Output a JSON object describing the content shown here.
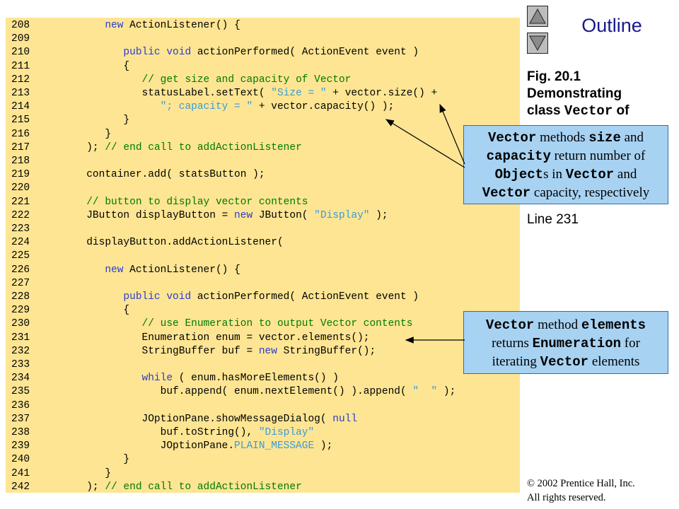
{
  "code_lines": [
    {
      "n": "208",
      "t": [
        [
          "",
          "         "
        ],
        [
          "kw",
          "new"
        ],
        [
          "",
          " ActionListener() {"
        ]
      ]
    },
    {
      "n": "209",
      "t": [
        [
          "",
          ""
        ]
      ]
    },
    {
      "n": "210",
      "t": [
        [
          "",
          "            "
        ],
        [
          "kw",
          "public"
        ],
        [
          "",
          " "
        ],
        [
          "kw",
          "void"
        ],
        [
          "",
          " actionPerformed( ActionEvent event )"
        ]
      ]
    },
    {
      "n": "211",
      "t": [
        [
          "",
          "            {"
        ]
      ]
    },
    {
      "n": "212",
      "t": [
        [
          "",
          "               "
        ],
        [
          "cmt",
          "// get size and capacity of Vector"
        ]
      ]
    },
    {
      "n": "213",
      "t": [
        [
          "",
          "               statusLabel.setText( "
        ],
        [
          "str",
          "\"Size = \""
        ],
        [
          "",
          " + vector.size() +"
        ]
      ]
    },
    {
      "n": "214",
      "t": [
        [
          "",
          "                  "
        ],
        [
          "str",
          "\"; capacity = \""
        ],
        [
          "",
          " + vector.capacity() );"
        ]
      ]
    },
    {
      "n": "215",
      "t": [
        [
          "",
          "            }"
        ]
      ]
    },
    {
      "n": "216",
      "t": [
        [
          "",
          "         }"
        ]
      ]
    },
    {
      "n": "217",
      "t": [
        [
          "",
          "      ); "
        ],
        [
          "cmt",
          "// end call to addActionListener"
        ]
      ]
    },
    {
      "n": "218",
      "t": [
        [
          "",
          ""
        ]
      ]
    },
    {
      "n": "219",
      "t": [
        [
          "",
          "      container.add( statsButton );"
        ]
      ]
    },
    {
      "n": "220",
      "t": [
        [
          "",
          ""
        ]
      ]
    },
    {
      "n": "221",
      "t": [
        [
          "",
          "      "
        ],
        [
          "cmt",
          "// button to display vector contents"
        ]
      ]
    },
    {
      "n": "222",
      "t": [
        [
          "",
          "      JButton displayButton = "
        ],
        [
          "kw",
          "new"
        ],
        [
          "",
          " JButton( "
        ],
        [
          "str",
          "\"Display\""
        ],
        [
          "",
          " );"
        ]
      ]
    },
    {
      "n": "223",
      "t": [
        [
          "",
          ""
        ]
      ]
    },
    {
      "n": "224",
      "t": [
        [
          "",
          "      displayButton.addActionListener("
        ]
      ]
    },
    {
      "n": "225",
      "t": [
        [
          "",
          ""
        ]
      ]
    },
    {
      "n": "226",
      "t": [
        [
          "",
          "         "
        ],
        [
          "kw",
          "new"
        ],
        [
          "",
          " ActionListener() {"
        ]
      ]
    },
    {
      "n": "227",
      "t": [
        [
          "",
          ""
        ]
      ]
    },
    {
      "n": "228",
      "t": [
        [
          "",
          "            "
        ],
        [
          "kw",
          "public"
        ],
        [
          "",
          " "
        ],
        [
          "kw",
          "void"
        ],
        [
          "",
          " actionPerformed( ActionEvent event )"
        ]
      ]
    },
    {
      "n": "229",
      "t": [
        [
          "",
          "            {"
        ]
      ]
    },
    {
      "n": "230",
      "t": [
        [
          "",
          "               "
        ],
        [
          "cmt",
          "// use Enumeration to output Vector contents"
        ]
      ]
    },
    {
      "n": "231",
      "t": [
        [
          "",
          "               Enumeration enum = vector.elements();"
        ]
      ]
    },
    {
      "n": "232",
      "t": [
        [
          "",
          "               StringBuffer buf = "
        ],
        [
          "kw",
          "new"
        ],
        [
          "",
          " StringBuffer();"
        ]
      ]
    },
    {
      "n": "233",
      "t": [
        [
          "",
          ""
        ]
      ]
    },
    {
      "n": "234",
      "t": [
        [
          "",
          "               "
        ],
        [
          "kw",
          "while"
        ],
        [
          "",
          " ( enum.hasMoreElements() )"
        ]
      ]
    },
    {
      "n": "235",
      "t": [
        [
          "",
          "                  buf.append( enum.nextElement() ).append( "
        ],
        [
          "str",
          "\"  \""
        ],
        [
          "",
          " );"
        ]
      ]
    },
    {
      "n": "236",
      "t": [
        [
          "",
          ""
        ]
      ]
    },
    {
      "n": "237",
      "t": [
        [
          "",
          "               JOptionPane.showMessageDialog( "
        ],
        [
          "kw",
          "null"
        ],
        [
          ","
        ]
      ]
    },
    {
      "n": "238",
      "t": [
        [
          "",
          "                  buf.toString(), "
        ],
        [
          "str",
          "\"Display\""
        ],
        [
          ","
        ]
      ]
    },
    {
      "n": "239",
      "t": [
        [
          "",
          "                  JOptionPane."
        ],
        [
          "const",
          "PLAIN_MESSAGE"
        ],
        [
          "",
          " );"
        ]
      ]
    },
    {
      "n": "240",
      "t": [
        [
          "",
          "            }"
        ]
      ]
    },
    {
      "n": "241",
      "t": [
        [
          "",
          "         }"
        ]
      ]
    },
    {
      "n": "242",
      "t": [
        [
          "",
          "      ); "
        ],
        [
          "cmt",
          "// end call to addActionListener"
        ]
      ]
    }
  ],
  "sidebar": {
    "outline_label": "Outline",
    "fig_label": "Fig. 20.1",
    "fig_title_1": "Demonstrating",
    "fig_title_2_prefix": "class ",
    "fig_title_2_code": "Vector",
    "fig_title_2_suffix": " of",
    "line_label": "Line 231",
    "nav_up_icon": "triangle-up-icon",
    "nav_down_icon": "triangle-down-icon"
  },
  "callout1": {
    "c1": "Vector",
    "t1": " methods ",
    "c2": "size",
    "t2": " and",
    "c3": "capacity",
    "t3": " return number of",
    "c4": "Object",
    "t4": "s in ",
    "c5": "Vector",
    "t5": " and",
    "c6": "Vector",
    "t6": " capacity, respectively"
  },
  "callout2": {
    "c1": "Vector",
    "t1": " method ",
    "c2": "elements",
    "t2": "returns ",
    "c3": "Enumeration",
    "t3": " for",
    "t4": "iterating ",
    "c4": "Vector",
    "t5": " elements"
  },
  "footer": {
    "copyright_symbol": "©",
    "copyright_line1": " 2002 Prentice Hall, Inc.",
    "copyright_line2": "All rights reserved."
  },
  "colors": {
    "code_background": "#fde593",
    "keyword": "#2a3ccf",
    "string": "#3a9bd8",
    "comment": "#007a00",
    "callout_fill": "#a8d2f2",
    "outline_text": "#1a1a8a"
  }
}
